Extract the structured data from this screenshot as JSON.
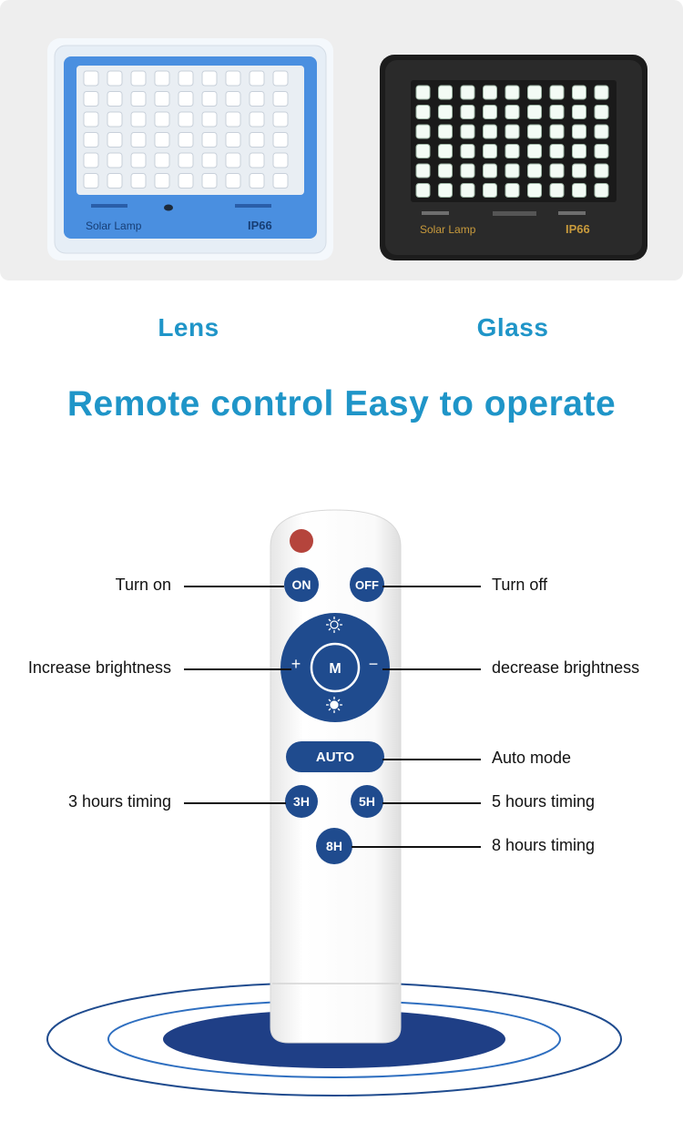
{
  "comparison": {
    "lens_caption": "Lens",
    "glass_caption": "Glass",
    "lens_lamp": {
      "brand_text": "Solar Lamp",
      "rating_text": "IP66",
      "frame_color": "#4a8fe0"
    },
    "glass_lamp": {
      "brand_text": "Solar Lamp",
      "rating_text": "IP66",
      "frame_color": "#1c1c1c"
    }
  },
  "headline": "Remote control Easy to operate",
  "remote": {
    "buttons": {
      "on": "ON",
      "off": "OFF",
      "plus": "+",
      "mode": "M",
      "minus": "−",
      "auto": "AUTO",
      "h3": "3H",
      "h5": "5H",
      "h8": "8H"
    },
    "button_color": "#1f4b8e",
    "power_color": "#b5443c"
  },
  "callouts": {
    "turn_on": "Turn on",
    "turn_off": "Turn off",
    "increase": "Increase brightness",
    "decrease": "decrease brightness",
    "auto": "Auto mode",
    "h3": "3 hours timing",
    "h5": "5 hours timing",
    "h8": "8 hours timing"
  },
  "colors": {
    "accent": "#1f95c8",
    "panel": "#eeeeee"
  }
}
